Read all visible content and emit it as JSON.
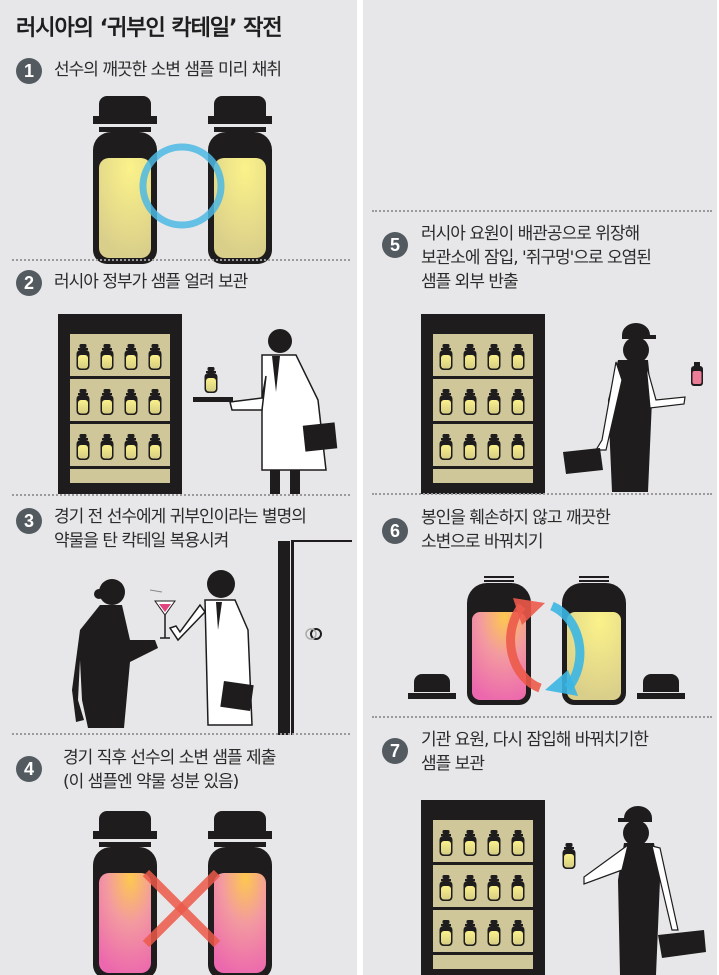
{
  "title": "러시아의 ‘귀부인 칵테일’ 작전",
  "colors": {
    "background": "#e7e7e9",
    "number_circle": "#535b61",
    "clean_urine": "#e9dd86",
    "dirty_urine_top": "#fdc55a",
    "dirty_urine_bottom": "#ee6eaa",
    "ring_blue": "#4cb8e3",
    "cross_red": "#ec5a4a",
    "cabinet": "#1e1c1c",
    "shelf": "#cfc79a"
  },
  "steps": [
    {
      "number": "1",
      "lines": [
        "선수의 깨끗한 소변 샘플 미리 채취"
      ],
      "illustration": "two-clean-bottles-with-blue-ring"
    },
    {
      "number": "2",
      "lines": [
        "러시아 정부가 샘플 얼려 보관"
      ],
      "illustration": "freezer-cabinet-and-scientist-with-tray"
    },
    {
      "number": "3",
      "lines": [
        "경기 전 선수에게 귀부인이라는 별명의",
        "약물을 탄 칵테일 복용시켜"
      ],
      "illustration": "woman-and-scientist-with-cocktail-by-door"
    },
    {
      "number": "4",
      "lines": [
        "경기 직후 선수의 소변 샘플 제출",
        "(이 샘플엔 약물 성분 있음)"
      ],
      "illustration": "two-dirty-bottles-with-red-cross"
    },
    {
      "number": "5",
      "lines": [
        "러시아 요원이 배관공으로 위장해",
        "보관소에 잠입, '쥐구멍'으로 오염된",
        "샘플 외부 반출"
      ],
      "illustration": "cabinet-and-plumber-holding-pink-sample"
    },
    {
      "number": "6",
      "lines": [
        "봉인을 훼손하지 않고 깨끗한",
        "소변으로 바꿔치기"
      ],
      "illustration": "swap-arrows-between-bottles"
    },
    {
      "number": "7",
      "lines": [
        "기관 요원, 다시 잠입해 바꿔치기한",
        "샘플 보관"
      ],
      "illustration": "cabinet-and-agent-holding-clean-sample"
    }
  ]
}
